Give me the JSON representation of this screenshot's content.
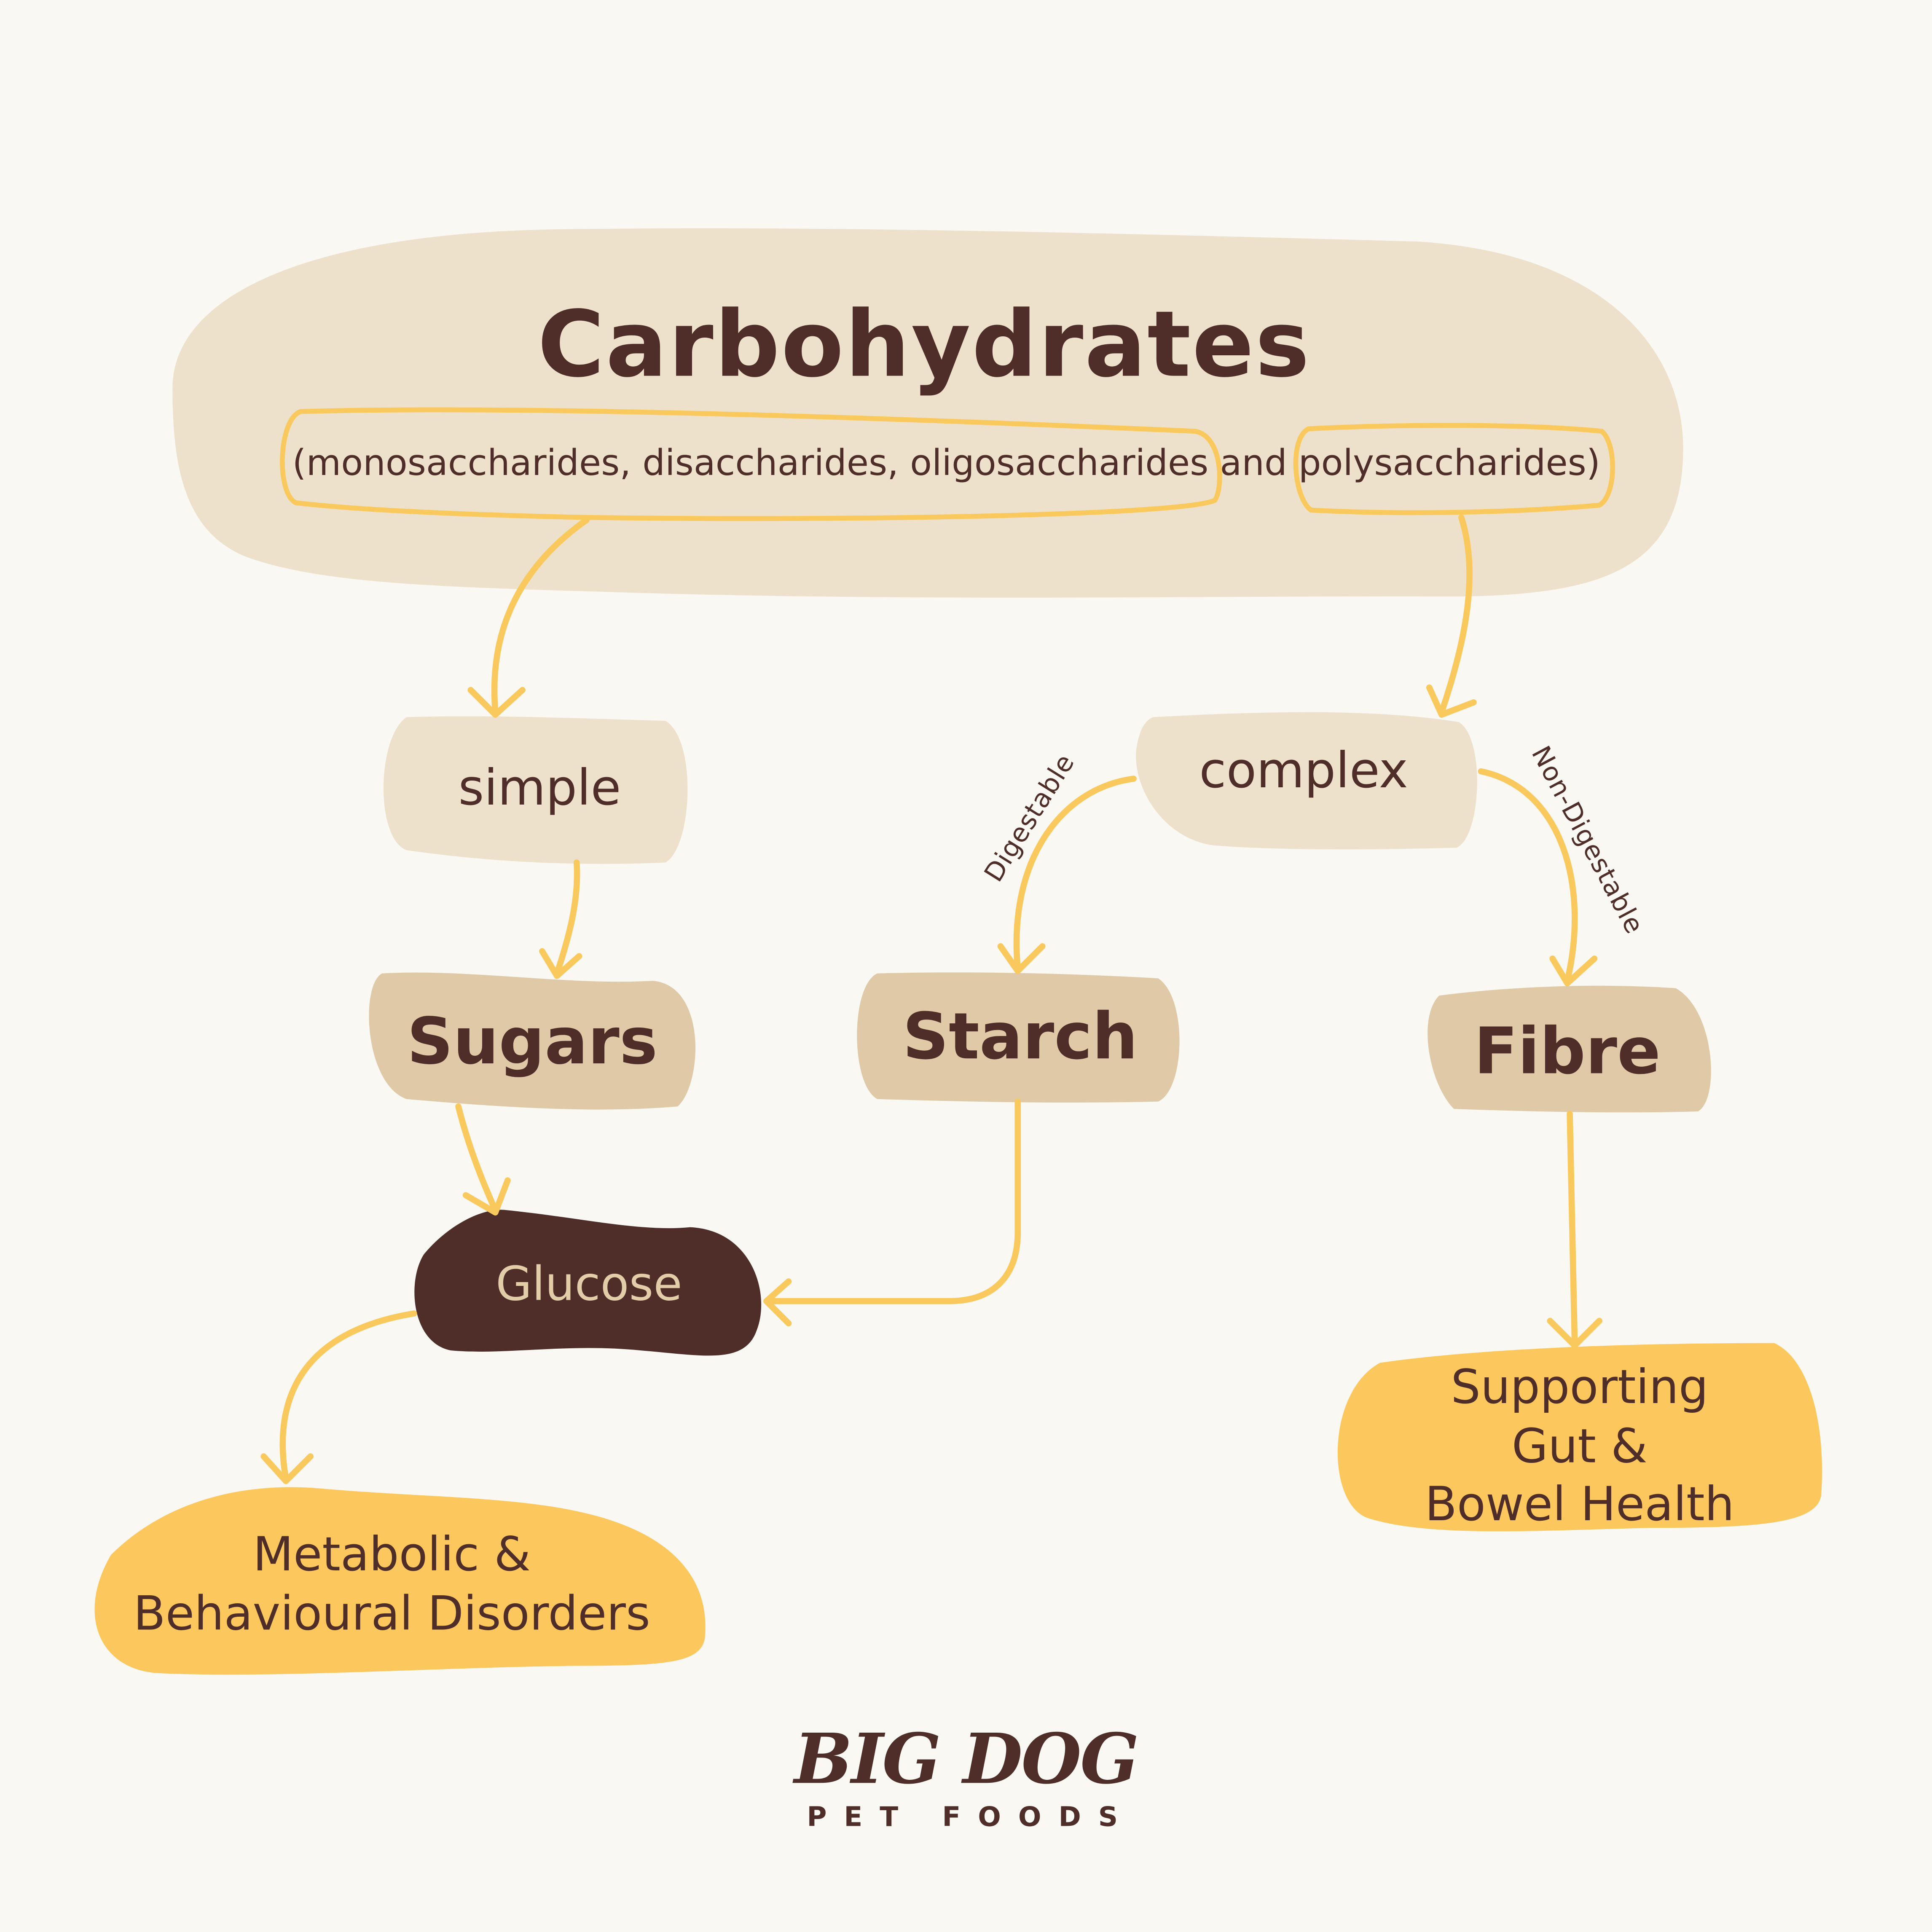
{
  "title": "Carbohydrates",
  "subtitle": {
    "open_paren": "(",
    "group_simple": "monosaccharides, disaccharides, oligosaccharides",
    "connector": "and",
    "group_complex": "polysaccharides",
    "close_paren": ")"
  },
  "nodes": {
    "simple": "simple",
    "complex": "complex",
    "sugars": "Sugars",
    "starch": "Starch",
    "fibre": "Fibre",
    "glucose": "Glucose",
    "metabolic": "Metabolic &\nBehavioural Disorders",
    "gut": "Supporting Gut &\nBowel Health"
  },
  "edge_labels": {
    "digestable": "Digestable",
    "non_digestable": "Non-Digestable"
  },
  "brand": {
    "name": "BIG DOG",
    "tagline": "PET FOODS"
  },
  "colors": {
    "background": "#FAF8F2",
    "blob_light": "#EDE1CC",
    "blob_mid": "#DFC9A6",
    "blob_dark": "#4F2E29",
    "outcome": "#FCC75D",
    "connector": "#F9C95E",
    "text": "#4F2E29",
    "glucose_text": "#E3CCA8"
  }
}
